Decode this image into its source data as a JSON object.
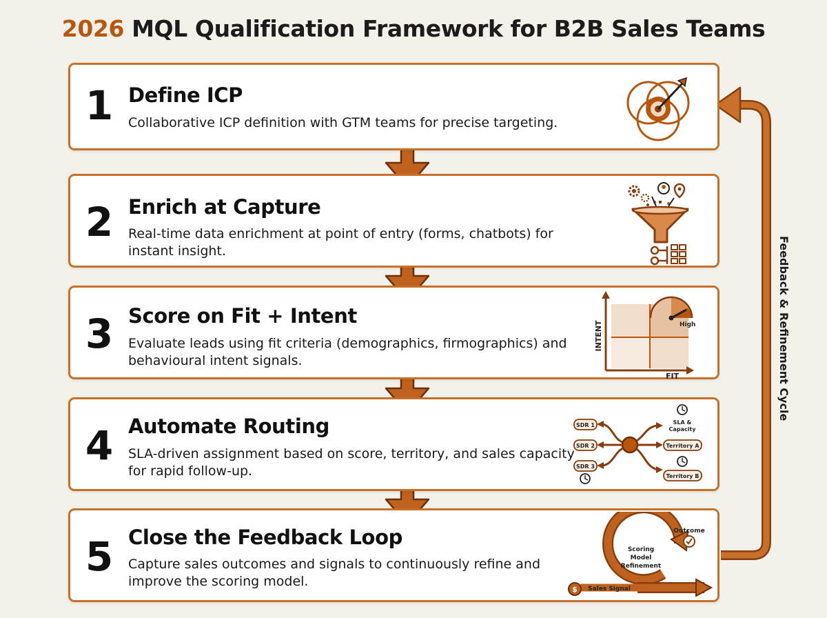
{
  "title": {
    "year": "2026",
    "rest": "MQL Qualification Framework for B2B Sales Teams"
  },
  "side_label": "Feedback & Refinement Cycle",
  "colors": {
    "accent": "#c7702a",
    "dark_accent": "#8a3d0d",
    "background": "#f4f1ea"
  },
  "steps": [
    {
      "number": "1",
      "title": "Define ICP",
      "description": "Collaborative ICP definition with GTM teams for precise targeting.",
      "icon": "target-venn-icon"
    },
    {
      "number": "2",
      "title": "Enrich at Capture",
      "description": "Real-time data enrichment at point of entry (forms, chatbots) for instant insight.",
      "icon": "funnel-enrichment-icon"
    },
    {
      "number": "3",
      "title": "Score on Fit + Intent",
      "description": "Evaluate leads using fit criteria (demographics, firmographics) and behavioural intent signals.",
      "icon": "fit-intent-matrix-icon"
    },
    {
      "number": "4",
      "title": "Automate Routing",
      "description": "SLA-driven assignment based on score, territory, and sales capacity for rapid follow-up.",
      "icon": "routing-hub-icon"
    },
    {
      "number": "5",
      "title": "Close the Feedback Loop",
      "description": "Capture sales outcomes and signals to continuously refine and improve the scoring model.",
      "icon": "feedback-cycle-icon"
    }
  ],
  "icon_labels": {
    "matrix": {
      "y_axis": "INTENT",
      "x_axis": "FIT",
      "gauge": "High"
    },
    "routing": {
      "sdr1": "SDR 1",
      "sdr2": "SDR 2",
      "sdr3": "SDR 3",
      "sla_line1": "SLA &",
      "sla_line2": "Capacity",
      "territory_a": "Territory A",
      "territory_b": "Territory B"
    },
    "feedback": {
      "center_line1": "Scoring",
      "center_line2": "Model",
      "center_line3": "Refinement",
      "outcome": "Outcome",
      "sales_signal": "Sales Signal"
    }
  }
}
